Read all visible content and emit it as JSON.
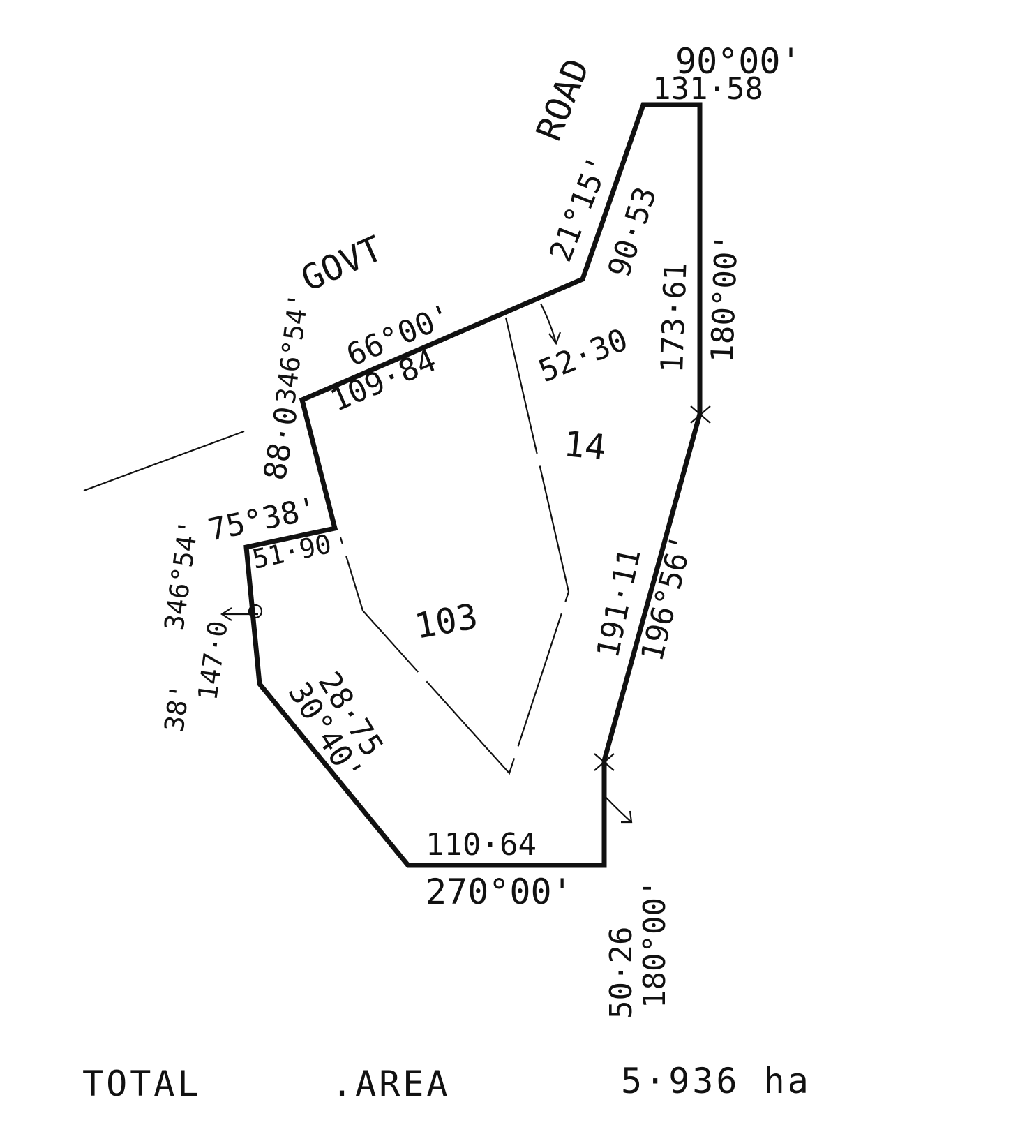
{
  "plan": {
    "road_word_1": "ROAD",
    "road_word_2": "GOVT",
    "lots": {
      "lot_a": "14",
      "lot_b": "103"
    },
    "bearings": {
      "top_bearing": "90°00'",
      "top_distance": "131·58",
      "road_ne_bearing": "21°15'",
      "road_ne_distance": "90·53",
      "road_nw_bearing": "66°00'",
      "road_nw_distance": "109·84",
      "internal_distance": "52·30",
      "east_distance": "173·61",
      "east_bearing": "180°00'",
      "se_distance": "191·11",
      "se_bearing": "196°56'",
      "west_upper_bearing": "346°54'",
      "west_upper_distance": "88·0",
      "step_bearing": "75°38'",
      "step_distance": "51·90",
      "west_lower_bearing": "346°54'",
      "west_lower_distance": "147·0",
      "west_lower_angle": "38'",
      "sw_bearing": "30°40'",
      "sw_distance": "28·75",
      "bottom_distance": "110·64",
      "bottom_bearing": "270°00'",
      "south_distance": "50·26",
      "south_bearing": "180°00'"
    }
  },
  "footer": {
    "total_label": "TOTAL",
    "area_label": ".AREA",
    "area_value": "5·936 ha"
  }
}
